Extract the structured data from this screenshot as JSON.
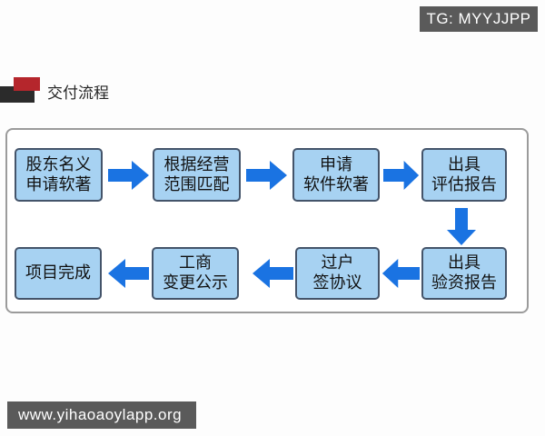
{
  "banners": {
    "top_right": "TG: MYYJJPP",
    "bottom_left": "www.yihaoaoylapp.org"
  },
  "header": {
    "title": "交付流程"
  },
  "colors": {
    "banner_bg": "#5a5a5a",
    "icon_red": "#b5262c",
    "icon_black": "#2b2b2b",
    "container_border": "#9b9b9b",
    "box_fill": "#a7d2f2",
    "box_border": "#44546a",
    "arrow": "#1a73e2"
  },
  "flow": {
    "nodes": [
      {
        "line1": "股东名义",
        "line2": "申请软著"
      },
      {
        "line1": "根据经营",
        "line2": "范围匹配"
      },
      {
        "line1": "申请",
        "line2": "软件软著"
      },
      {
        "line1": "出具",
        "line2": "评估报告"
      },
      {
        "line1": "出具",
        "line2": "验资报告"
      },
      {
        "line1": "过户",
        "line2": "签协议"
      },
      {
        "line1": "工商",
        "line2": "变更公示"
      },
      {
        "line1": "项目完成"
      }
    ]
  }
}
